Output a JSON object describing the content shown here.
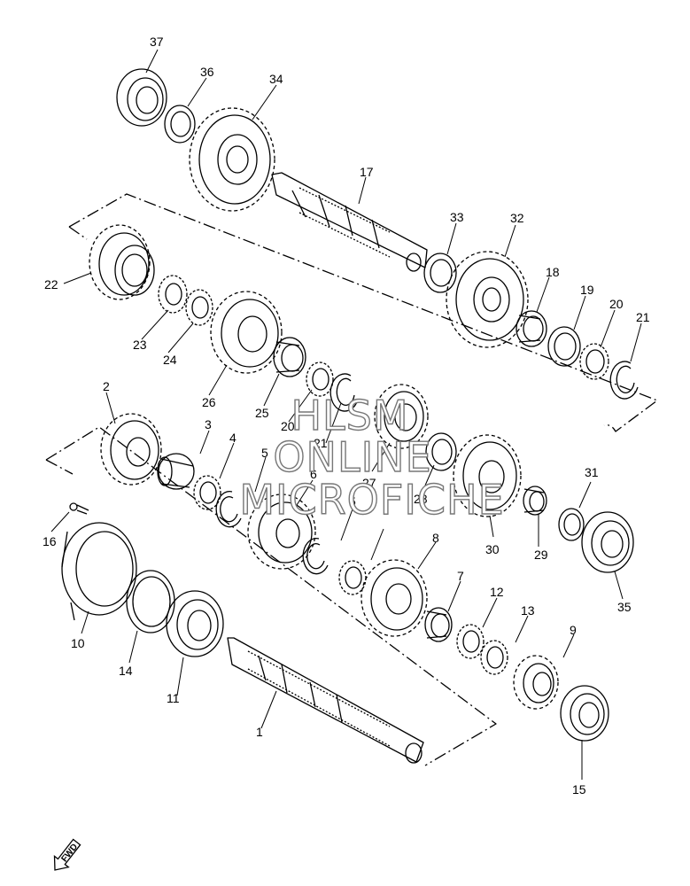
{
  "diagram": {
    "callouts": [
      "1",
      "2",
      "3",
      "4",
      "5",
      "5",
      "6",
      "7",
      "8",
      "9",
      "10",
      "11",
      "12",
      "13",
      "14",
      "15",
      "16",
      "17",
      "18",
      "19",
      "20",
      "20",
      "21",
      "21",
      "22",
      "23",
      "24",
      "25",
      "26",
      "27",
      "28",
      "29",
      "30",
      "31",
      "32",
      "33",
      "34",
      "35",
      "36",
      "37"
    ],
    "watermark": {
      "line1": "HLSM",
      "line2": "ONLINE",
      "line3": "MICROFICHE"
    },
    "fwd_label": "FWD"
  }
}
